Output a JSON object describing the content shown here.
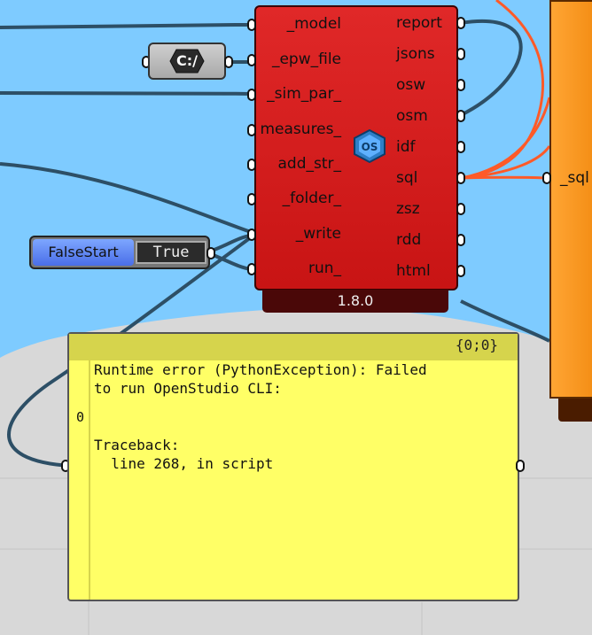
{
  "component": {
    "inputs": [
      "_model",
      "_epw_file",
      "_sim_par_",
      "measures_",
      "add_str_",
      "_folder_",
      "_write",
      "run_"
    ],
    "outputs": [
      "report",
      "jsons",
      "osw",
      "osm",
      "idf",
      "sql",
      "zsz",
      "rdd",
      "html"
    ],
    "version": "1.8.0",
    "icon": "openstudio-icon"
  },
  "path_component": {
    "label": "C:/",
    "icon": "hexagon-path-icon"
  },
  "toggle": {
    "name": "FalseStart",
    "value": "True"
  },
  "orange_component": {
    "input_label": "_sql"
  },
  "panel": {
    "index": "{0;0}",
    "item_number": "0",
    "lines": [
      "Runtime error (PythonException): Failed",
      "to run OpenStudio CLI:",
      "",
      "Traceback:",
      "  line 268, in script"
    ]
  },
  "colors": {
    "canvas_blue": "#7ecbff",
    "component_red": "#d41c1c",
    "panel_yellow": "#ffff66",
    "wire_dark": "#2d4f66",
    "wire_orange": "#ff5a28"
  }
}
